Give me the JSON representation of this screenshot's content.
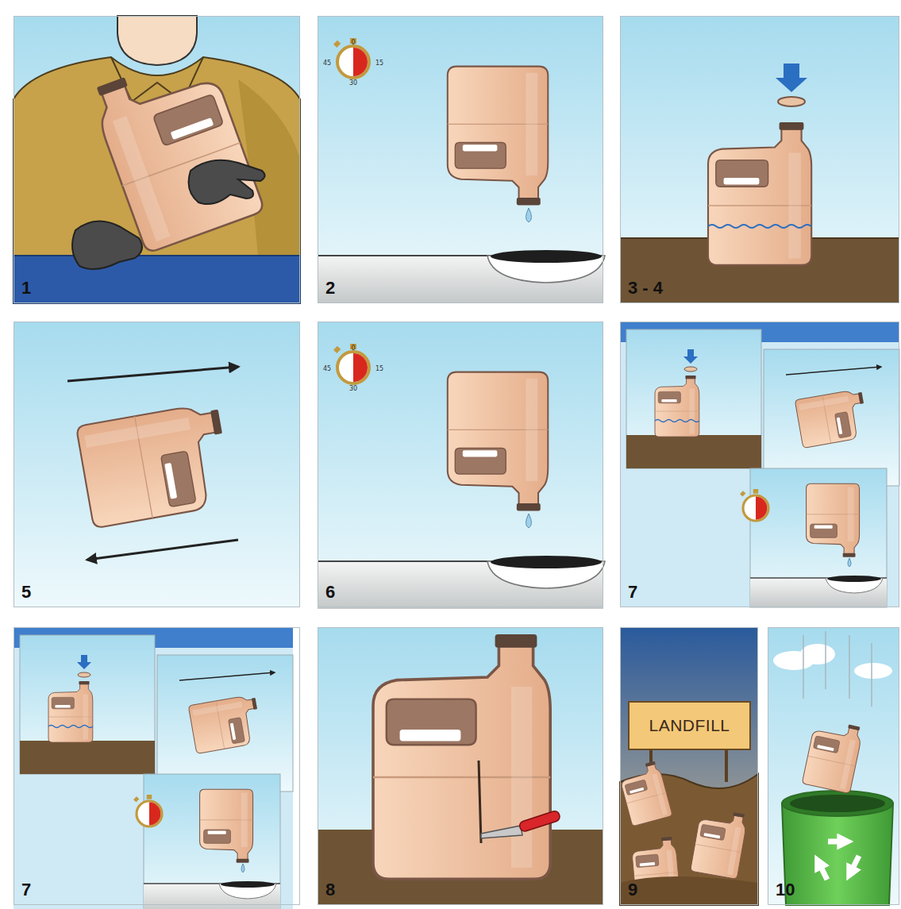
{
  "diagram": {
    "nodes": [
      {
        "text": [
          "1"
        ]
      },
      {
        "text": [
          "2"
        ]
      },
      {
        "text": [
          "3 - 4"
        ]
      },
      {
        "text": [
          "5"
        ]
      },
      {
        "text": [
          "6"
        ]
      },
      {
        "text": [
          "7"
        ]
      },
      {
        "text": [
          "7"
        ]
      },
      {
        "text": [
          "8"
        ]
      },
      {
        "text": [
          "9"
        ]
      },
      {
        "text": [
          "LANDFILL"
        ],
        "in": 8
      },
      {
        "text": [
          "10"
        ]
      }
    ],
    "labels": [
      "0",
      "15",
      "30",
      "45",
      "0",
      "15",
      "30",
      "45"
    ]
  }
}
